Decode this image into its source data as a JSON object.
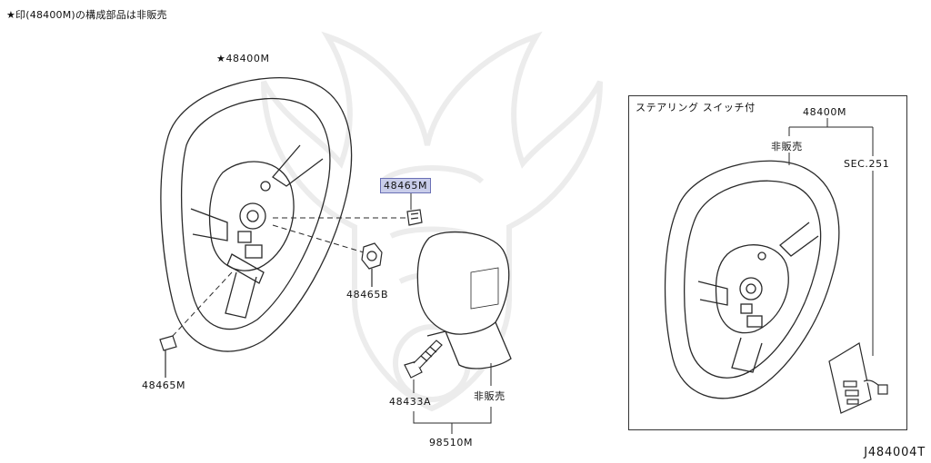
{
  "header_note": "★印(48400M)の構成部品は非販売",
  "diagram_code": "J484004T",
  "main": {
    "wheel_label": "★48400M",
    "highlighted_part": "48465M",
    "clip_label": "48465B",
    "lower_clip_label": "48465M",
    "bolt_label": "48433A",
    "airbag_note": "非販売",
    "assembly_label": "98510M"
  },
  "inset": {
    "title": "ステアリング スイッチ付",
    "wheel_label": "48400M",
    "not_sold": "非販売",
    "section_ref": "SEC.251"
  },
  "colors": {
    "line": "#2a2a2a",
    "watermark": "#e8e8e8",
    "highlight": "#c9cdea"
  }
}
